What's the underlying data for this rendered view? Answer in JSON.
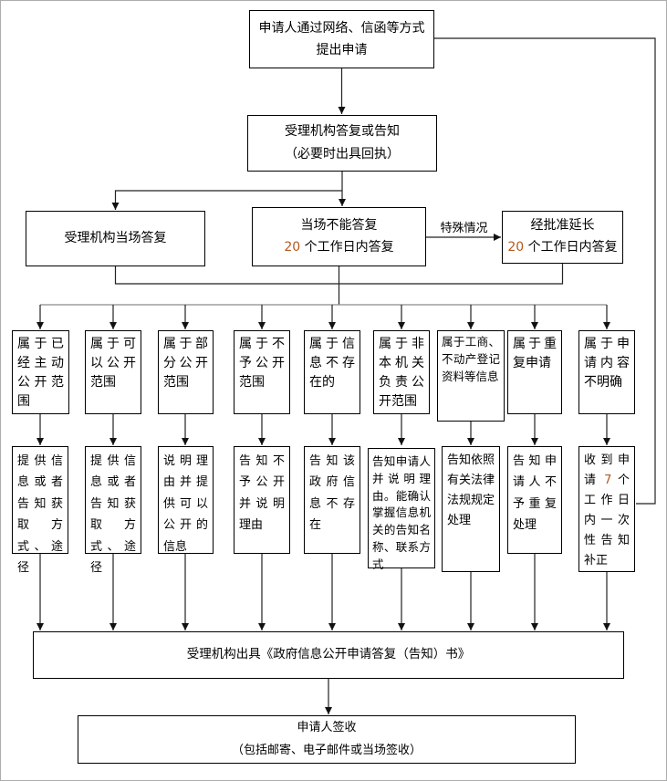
{
  "title": "政府信息公开申请办理流程图",
  "colors": {
    "number": "#b35a1f",
    "line": "#222222",
    "bus": "#8a8a8a",
    "box_border": "#000000"
  },
  "flow": {
    "start": {
      "text": "申请人通过网络、信函等方式\n提出申请"
    },
    "accept": {
      "text": "受理机构答复或告知\n（必要时出具回执）"
    },
    "onspot": {
      "text": "受理机构当场答复"
    },
    "cannot": {
      "line1": "当场不能答复",
      "num": "20",
      "rest": " 个工作日内答复"
    },
    "extend": {
      "line1": "经批准延长",
      "num": "20",
      "rest": " 个工作日内答复"
    },
    "special_label": "特殊情况",
    "categories": [
      "属于已经主动公开范围",
      "属于可以公开范围",
      "属于部分公开范围",
      "属于不予公开范围",
      "属于信息不存在的",
      "属于非本机关负责公开范围",
      "属于工商、不动产登记资料等信息",
      "属于重复申请",
      "属于申请内容不明确"
    ],
    "actions": [
      {
        "pre": "提供信息或者告知获取方式、途径"
      },
      {
        "pre": "提供信息或者告知获取方式、途径"
      },
      {
        "pre": "说明理由并提供可以公开的信息"
      },
      {
        "pre": "告知不予公开并说明理由"
      },
      {
        "pre": "告知该政府信息不存在"
      },
      {
        "pre": "告知申请人并说明理由。能确认掌握信息机关的告知名称、联系方式"
      },
      {
        "pre": "告知依照有关法律法规规定处理"
      },
      {
        "pre": "告知申请人不予重复处理"
      },
      {
        "pre": "收到申请 ",
        "num": "7",
        "rest": " 个工作日内一次性告知补正"
      }
    ],
    "issue": {
      "text": "受理机构出具《政府信息公开申请答复（告知）书》"
    },
    "sign": {
      "text": "申请人签收\n（包括邮寄、电子邮件或当场签收）"
    }
  }
}
